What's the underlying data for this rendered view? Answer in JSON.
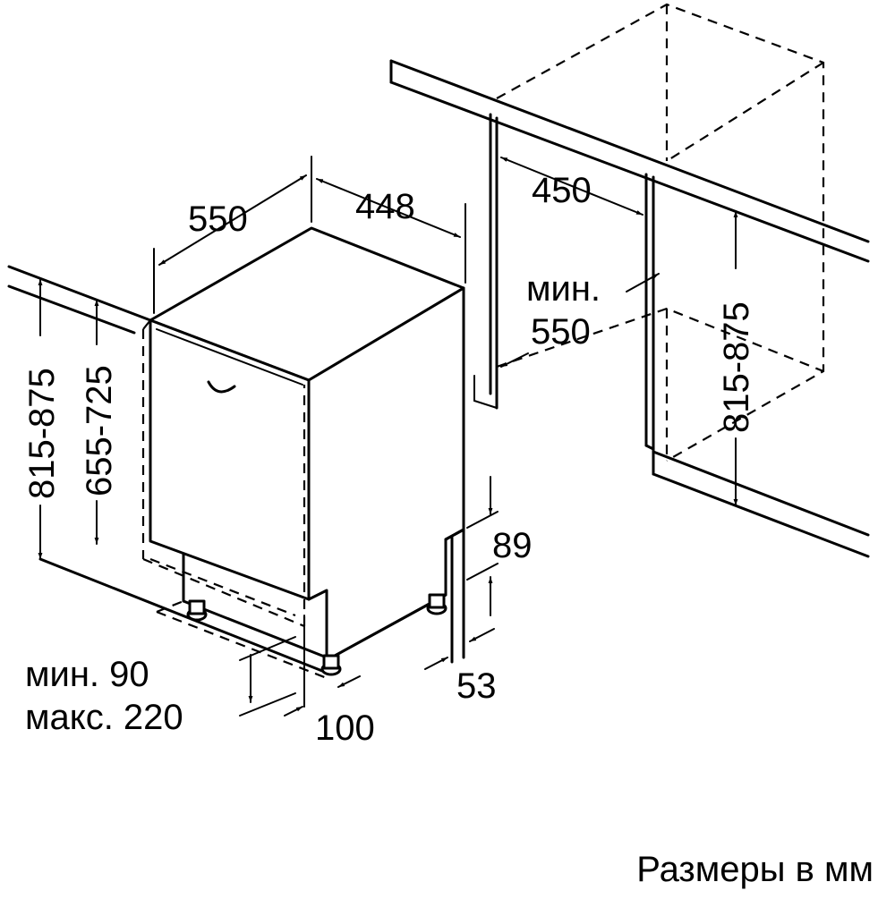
{
  "caption": "Размеры в мм",
  "dimensions": {
    "depth_550": "550",
    "width_448": "448",
    "niche_width_450": "450",
    "niche_depth_label": "мин.",
    "niche_depth_value": "550",
    "niche_height": "815-875",
    "total_height": "815-875",
    "door_height": "655-725",
    "plinth_89": "89",
    "plinth_53": "53",
    "plinth_100": "100",
    "plinth_min": "мин. 90",
    "plinth_max": "макс. 220"
  },
  "colors": {
    "line": "#000000",
    "background": "#ffffff"
  }
}
